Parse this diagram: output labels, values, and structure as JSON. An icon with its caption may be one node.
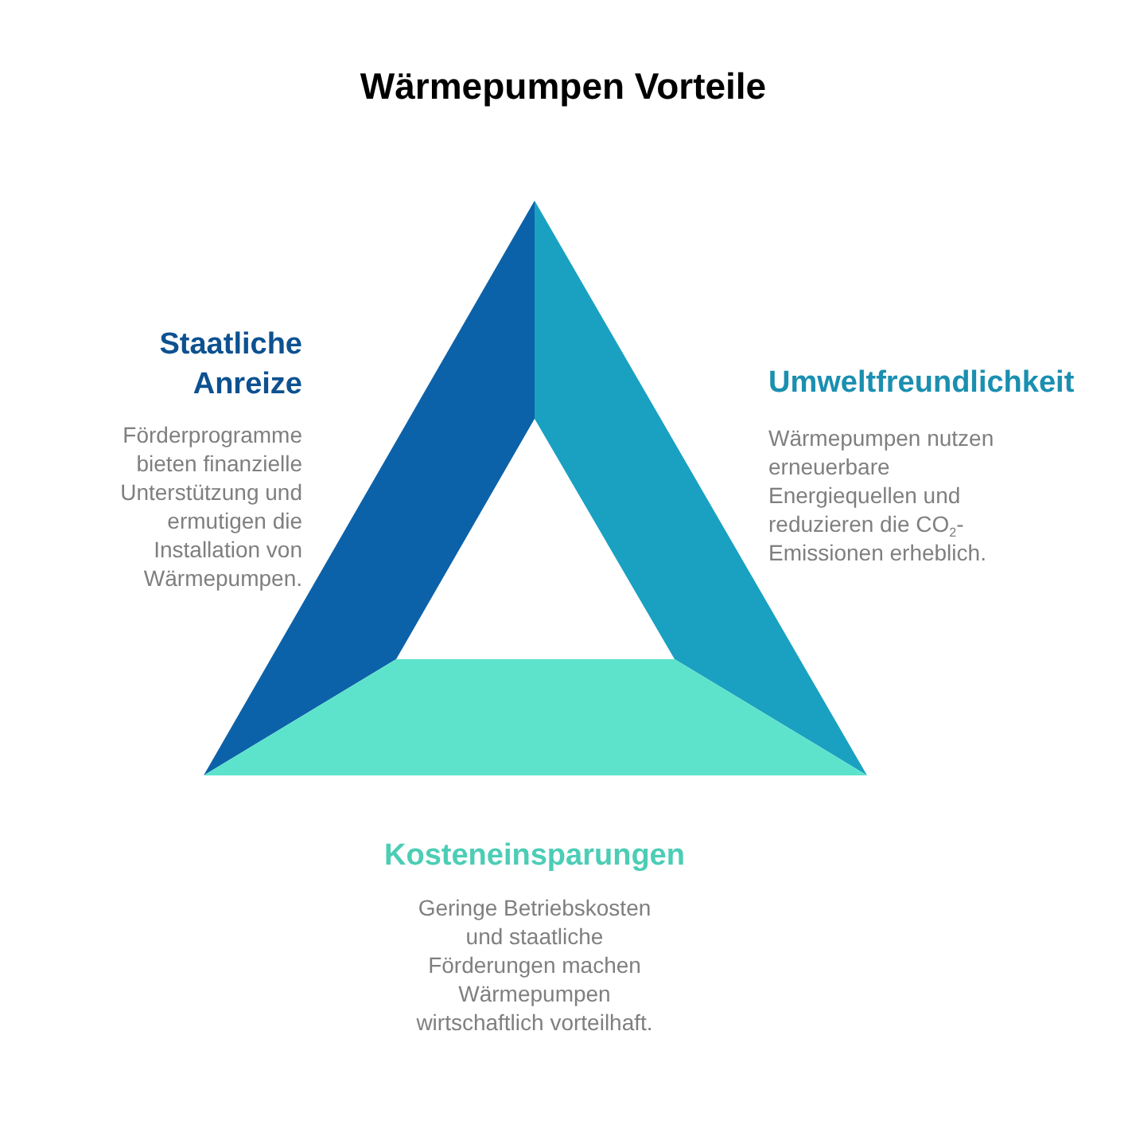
{
  "diagram": {
    "title": "Wärmepumpen Vorteile",
    "nodes": [
      {
        "text": [
          "Staatliche Anreize",
          "Förderprogramme bieten finanzielle Unterstützung und ermutigen die Installation von Wärmepumpen."
        ]
      },
      {
        "text": [
          "Umweltfreundlichkeit",
          "Wärmepumpen nutzen erneuerbare Energiequellen und reduzieren die CO$_{2}$-Emissionen erheblich."
        ]
      },
      {
        "text": [
          "Kosteneinsparungen",
          "Geringe Betriebskosten und staatliche Förderungen machen Wärmepumpen wirtschaftlich vorteilhaft."
        ]
      }
    ]
  }
}
